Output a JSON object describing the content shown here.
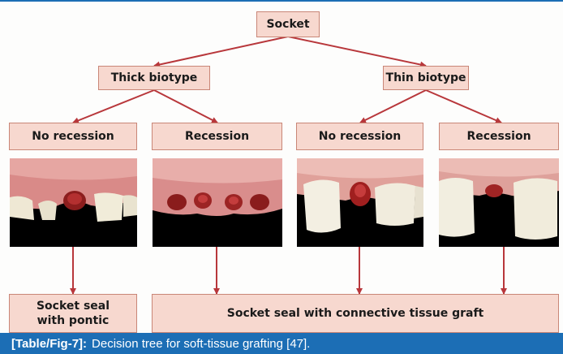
{
  "tree": {
    "root": "Socket",
    "biotypes": [
      "Thick biotype",
      "Thin biotype"
    ],
    "conditions": [
      "No recession",
      "Recession",
      "No recession",
      "Recession"
    ],
    "outcome_left": [
      "Socket seal",
      "with pontic"
    ],
    "outcome_right": "Socket seal with connective tissue graft"
  },
  "caption": {
    "label": "[Table/Fig-7]:",
    "text": "Decision tree for soft-tissue grafting [47]."
  },
  "colors": {
    "box_fill": "#f7d8cf",
    "box_border": "#c98677",
    "arrow": "#b8373b",
    "caption_bar": "#1c6eb5"
  }
}
